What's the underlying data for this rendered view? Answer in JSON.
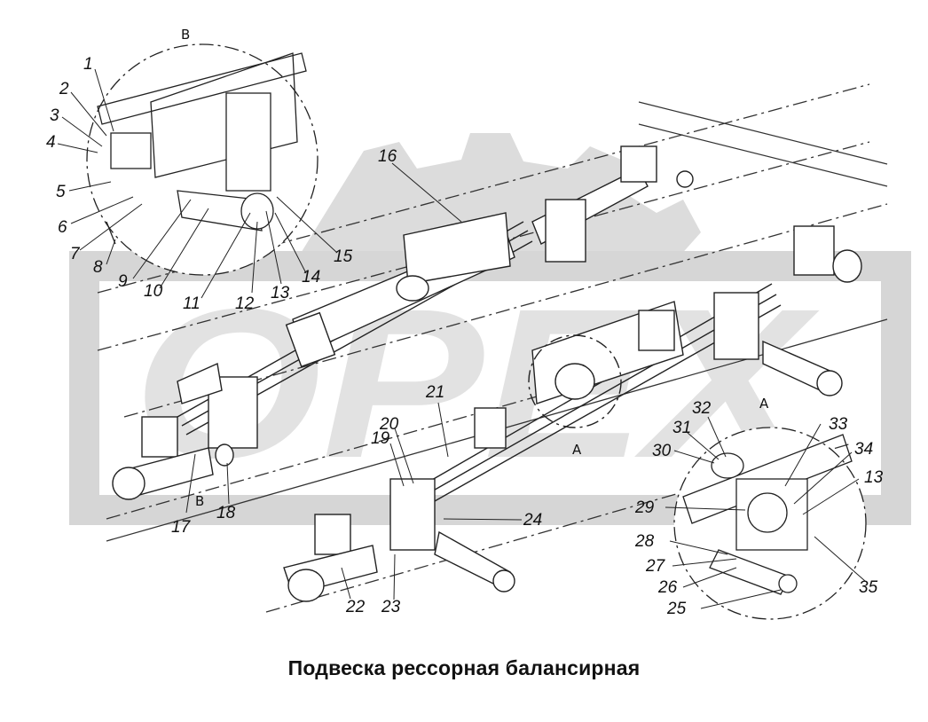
{
  "caption": "Подвеска рессорная балансирная",
  "watermark": {
    "text": "OPEX",
    "color": "#d8d8d8"
  },
  "view_letters": {
    "top_left": "B",
    "bottom_left": "B",
    "center": "A",
    "right": "A"
  },
  "callouts": [
    "1",
    "2",
    "3",
    "4",
    "5",
    "6",
    "7",
    "8",
    "9",
    "10",
    "11",
    "12",
    "13",
    "13",
    "14",
    "15",
    "16",
    "17",
    "18",
    "19",
    "20",
    "21",
    "22",
    "23",
    "24",
    "25",
    "26",
    "27",
    "28",
    "29",
    "30",
    "31",
    "32",
    "33",
    "34",
    "35"
  ],
  "colors": {
    "line": "#222222",
    "watermark": "#d8d8d8",
    "background": "#ffffff"
  }
}
